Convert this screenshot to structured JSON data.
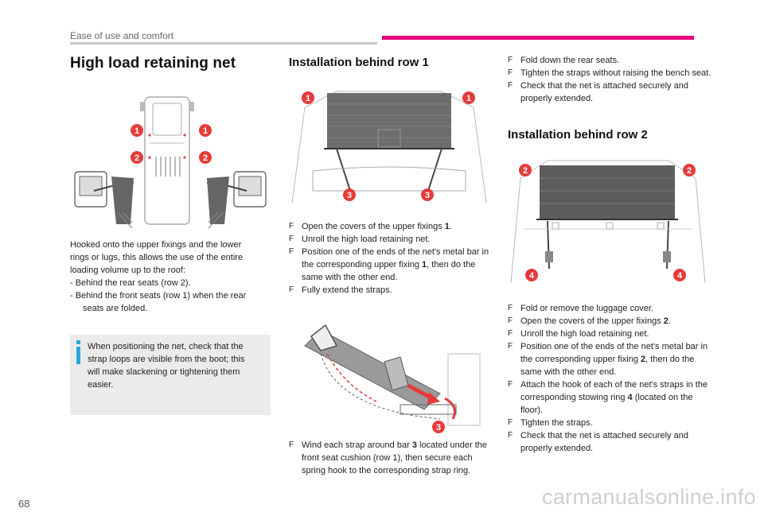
{
  "header": {
    "section": "Ease of use and comfort",
    "accent_color": "#e6007e"
  },
  "page": {
    "number": "68"
  },
  "watermark": "carmanualsonline.info",
  "left": {
    "title": "High load retaining net",
    "intro": [
      "Hooked onto the upper fixings and the lower",
      "rings or lugs, this allows the use of the entire",
      "loading volume up to the roof:"
    ],
    "dash_items": [
      "- Behind the rear seats (row 2).",
      "- Behind the front seats (row 1) when the rear",
      "seats are folded."
    ],
    "info_box": [
      "When positioning the net, check that the",
      "strap loops are visible from the boot; this",
      "will make slackening or tightening them",
      "easier."
    ],
    "figure_labels": [
      "1",
      "1",
      "2",
      "2"
    ]
  },
  "middle": {
    "title": "Installation behind row 1",
    "figure_labels": [
      "1",
      "1",
      "3",
      "3"
    ],
    "steps_a": [
      {
        "text": "Open the covers of the upper fixings ",
        "bold": "1",
        "tail": "."
      },
      {
        "text": "Unroll the high load retaining net.",
        "bold": "",
        "tail": ""
      },
      {
        "text": "Position one of the ends of the net's metal bar in the corresponding upper fixing ",
        "bold": "1",
        "tail": ", then do the same with the other end."
      },
      {
        "text": "Fully extend the straps.",
        "bold": "",
        "tail": ""
      }
    ],
    "strap_figure_label": "3",
    "steps_b": [
      {
        "text": "Wind each strap around bar ",
        "bold": "3",
        "tail": " located under the front seat cushion (row 1), then secure each spring hook to the corresponding strap ring."
      }
    ]
  },
  "right": {
    "steps_top": [
      {
        "text": "Fold down the rear seats.",
        "bold": "",
        "tail": ""
      },
      {
        "text": "Tighten the straps without raising the bench seat.",
        "bold": "",
        "tail": ""
      },
      {
        "text": "Check that the net is attached securely and properly extended.",
        "bold": "",
        "tail": ""
      }
    ],
    "title": "Installation behind row 2",
    "figure_labels": [
      "2",
      "2",
      "4",
      "4"
    ],
    "steps_bottom": [
      {
        "text": "Fold or remove the luggage cover.",
        "bold": "",
        "tail": ""
      },
      {
        "text": "Open the covers of the upper fixings ",
        "bold": "2",
        "tail": "."
      },
      {
        "text": "Unroll the high load retaining net.",
        "bold": "",
        "tail": ""
      },
      {
        "text": "Position one of the ends of the net's metal bar in the corresponding upper fixing ",
        "bold": "2",
        "tail": ", then do the same with the other end."
      },
      {
        "text": "Attach the hook of each of the net's straps in the corresponding stowing ring ",
        "bold": "4",
        "tail": " (located on the floor)."
      },
      {
        "text": "Tighten the straps.",
        "bold": "",
        "tail": ""
      },
      {
        "text": "Check that the net is attached securely and properly extended.",
        "bold": "",
        "tail": ""
      }
    ]
  },
  "bullet_glyph": "F",
  "badge_color": "#e63b3b"
}
